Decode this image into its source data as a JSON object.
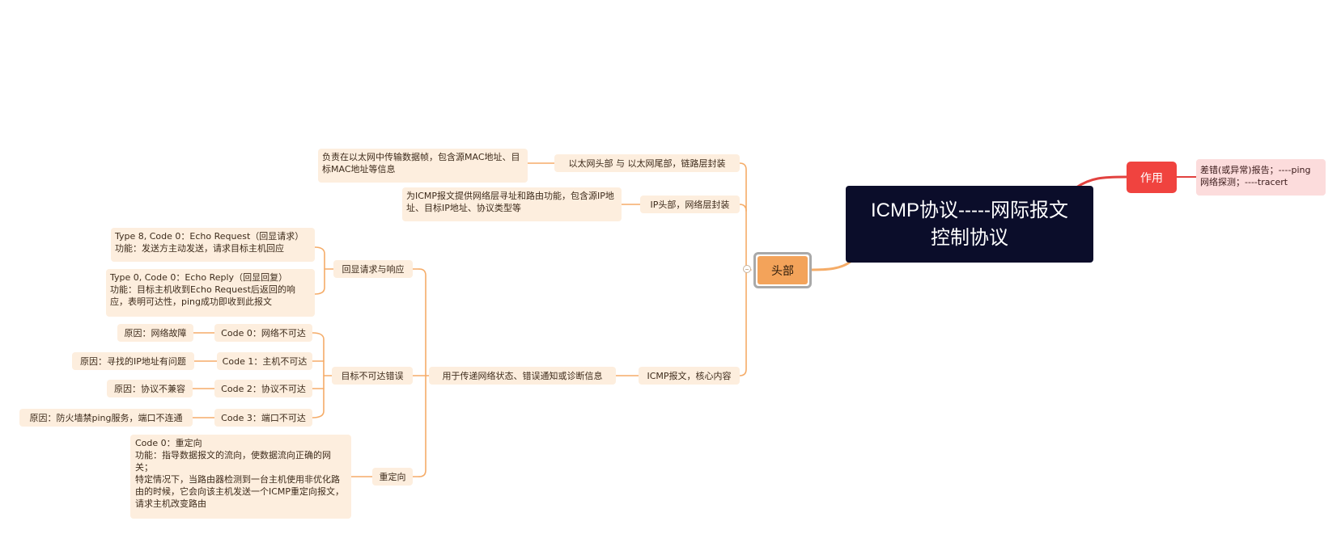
{
  "root": {
    "title": "ICMP协议-----网际报文控制协议"
  },
  "role_branch": {
    "label": "作用",
    "detail": "差错(或异常)报告；----ping\n网络探测；----tracert"
  },
  "head_branch": {
    "label": "头部",
    "ethernet": {
      "label": "以太网头部 与 以太网尾部，链路层封装",
      "detail": "负责在以太网中传输数据帧，包含源MAC地址、目标MAC地址等信息"
    },
    "ip": {
      "label": "IP头部，网络层封装",
      "detail": "为ICMP报文提供网络层寻址和路由功能，包含源IP地址、目标IP地址、协议类型等"
    },
    "icmp": {
      "label": "ICMP报文，核心内容",
      "purpose": "用于传递网络状态、错误通知或诊断信息",
      "echo": {
        "label": "回显请求与响应",
        "request": "Type 8, Code 0：Echo Request（回显请求）\n功能：发送方主动发送，请求目标主机回应",
        "reply": "Type 0, Code 0：Echo Reply（回显回复）\n功能：目标主机收到Echo Request后返回的响应，表明可达性，ping成功即收到此报文"
      },
      "unreachable": {
        "label": "目标不可达错误",
        "codes": [
          {
            "code": "Code 0：网络不可达",
            "reason": "原因：网络故障"
          },
          {
            "code": "Code 1：主机不可达",
            "reason": "原因：寻找的IP地址有问题"
          },
          {
            "code": "Code 2：协议不可达",
            "reason": "原因：协议不兼容"
          },
          {
            "code": "Code 3：端口不可达",
            "reason": "原因：防火墙禁ping服务，端口不连通"
          }
        ]
      },
      "redirect": {
        "label": "重定向",
        "detail": "Code 0：重定向\n功能：指导数据报文的流向，使数据流向正确的网关；\n特定情况下，当路由器检测到一台主机使用非优化路由的时候，它会向该主机发送一个ICMP重定向报文，请求主机改变路由"
      }
    }
  },
  "colors": {
    "root_bg": "#0b0d2a",
    "head_fill": "#f3a35a",
    "branch_line": "#f5ac68",
    "node_bg": "#fdeede",
    "role_fill": "#f0433f",
    "role_line": "#e2423f",
    "role_detail_bg": "#fcdcdc"
  }
}
